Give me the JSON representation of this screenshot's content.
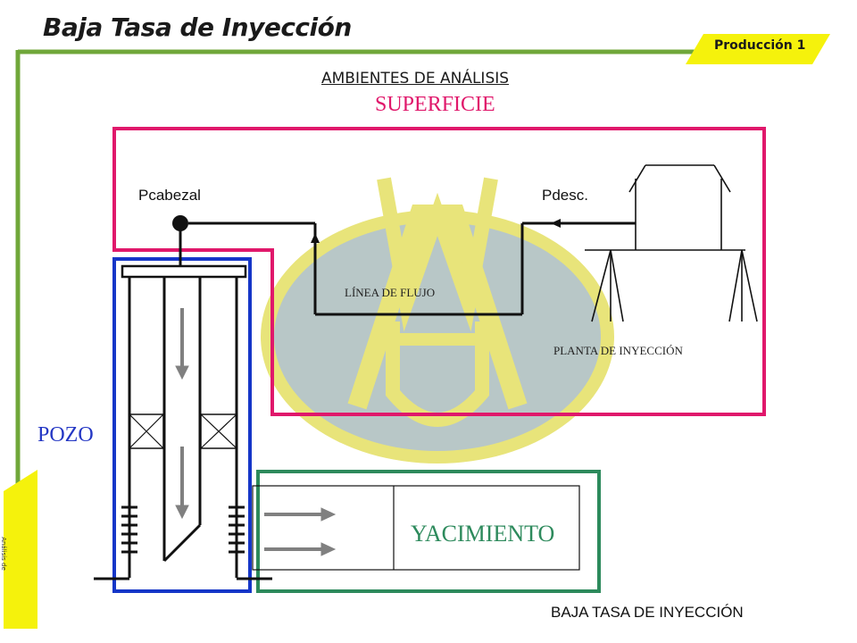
{
  "slide": {
    "title": "Baja Tasa de Inyección",
    "badge": "Producción 1",
    "side_tab": "Análisis de Problemas de Pozos",
    "footer": "BAJA TASA DE INYECCIÓN"
  },
  "diagram": {
    "heading": "AMBIENTES DE ANÁLISIS",
    "superficie": "SUPERFICIE",
    "pozo": "POZO",
    "yacimiento": "YACIMIENTO",
    "pcabezal": "Pcabezal",
    "pdesc": "Pdesc.",
    "flow_line": "LÍNEA DE FLUJO",
    "plant": "PLANTA DE INYECCIÓN"
  },
  "colors": {
    "frame": "#70a73a",
    "badge": "#f5f20c",
    "superficie_box": "#e0186b",
    "pozo_box": "#1536c8",
    "yacimiento_box": "#2d8a5c",
    "watermark_fill": "#b8c7c7",
    "watermark_yellow": "#e8e47a"
  },
  "icons": [
    "watermark-logo",
    "flow-arrow-icon",
    "wellhead-valve-icon"
  ]
}
